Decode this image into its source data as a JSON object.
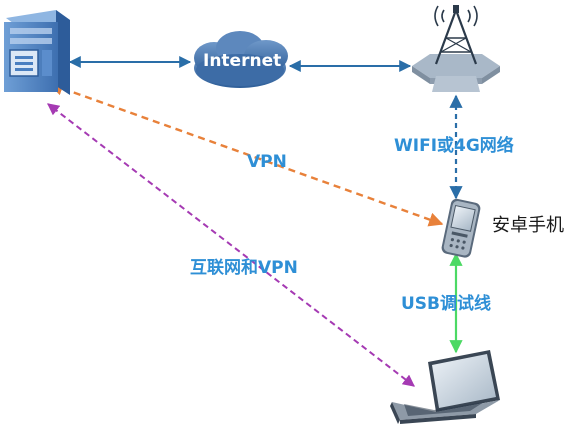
{
  "nodes": {
    "server": {
      "icon": "server-icon"
    },
    "internet": {
      "icon": "cloud-icon",
      "label": "Internet"
    },
    "tower": {
      "icon": "cell-tower-icon"
    },
    "phone": {
      "icon": "smartphone-icon",
      "label": "安卓手机"
    },
    "laptop": {
      "icon": "laptop-icon"
    }
  },
  "edges": {
    "server_internet": {
      "style": "solid",
      "color": "#2a6ea8"
    },
    "internet_tower": {
      "style": "solid",
      "color": "#2a6ea8"
    },
    "tower_phone": {
      "style": "dashed",
      "color": "#2a6ea8",
      "label": "WIFI或4G网络"
    },
    "phone_server": {
      "style": "dashed",
      "color": "#e8813a",
      "label": "VPN"
    },
    "laptop_server": {
      "style": "dashed",
      "color": "#a53ab3",
      "label": "互联网和VPN"
    },
    "phone_laptop": {
      "style": "solid",
      "color": "#4cd964",
      "label": "USB调试线"
    }
  },
  "colors": {
    "label_blue": "#2e8fd6",
    "server_blue": "#4a7fc0",
    "cloud_blue": "#3e6fa8",
    "tower_gray": "#a9b8c8"
  }
}
